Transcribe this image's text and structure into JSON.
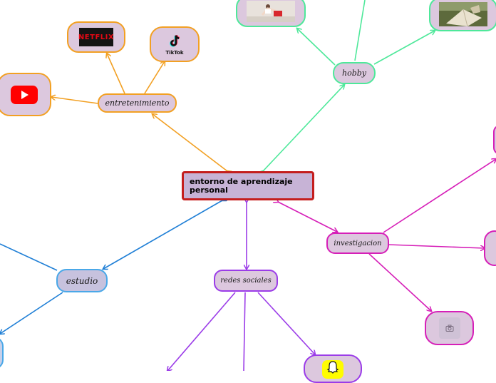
{
  "central": {
    "label": "entorno de aprendizaje personal"
  },
  "nodes": {
    "entretenimiento": "entretenimiento",
    "hobby": "hobby",
    "estudio": "estudio",
    "redes_sociales": "redes sociales",
    "investigacion": "investigacion"
  },
  "logos": {
    "netflix": "NETFLIX",
    "tiktok": "TikTok"
  },
  "colors": {
    "orange": "#f2a023",
    "green": "#4ee89a",
    "blue": "#1f7fd6",
    "purple": "#9b3ce8",
    "magenta": "#d61fb8",
    "central_border": "#c41e1e",
    "node_fill": "#dcc8de"
  },
  "icons": [
    "netflix-logo",
    "tiktok-logo",
    "youtube-logo",
    "camera-icon",
    "snapchat-logo"
  ]
}
